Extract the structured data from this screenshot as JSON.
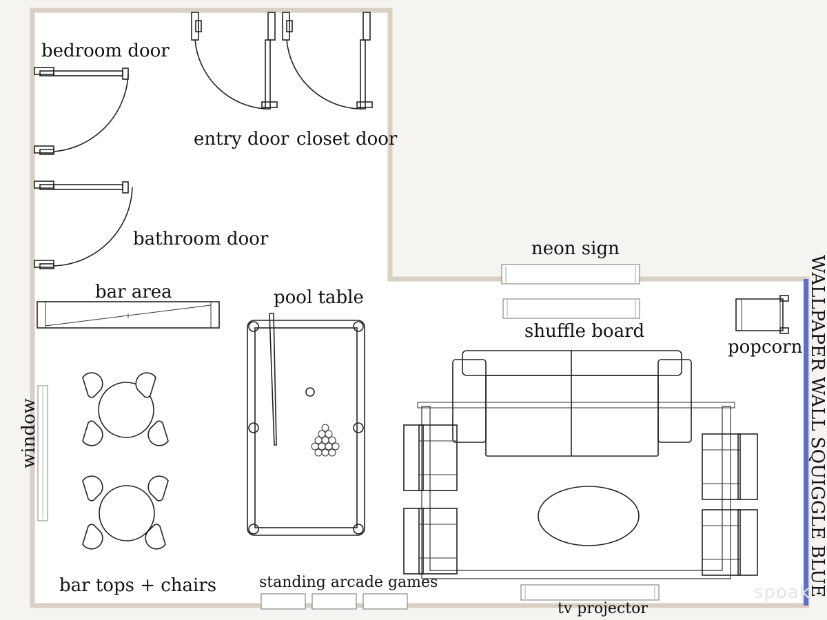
{
  "labels": {
    "bedroom_door": "bedroom door",
    "entry_door": "entry door",
    "closet_door": "closet door",
    "bathroom_door": "bathroom door",
    "bar_area": "bar area",
    "pool_table": "pool table",
    "neon_sign": "neon sign",
    "shuffle_board": "shuffle board",
    "popcorn": "popcorn",
    "window": "window",
    "bar_tops_chairs": "bar tops + chairs",
    "standing_arcade_games": "standing arcade games",
    "tv_projector": "tv projector",
    "wallpaper_wall": "WALLPAPER WALL SQUIGGLE BLUE"
  },
  "watermark": "spoak",
  "colors": {
    "background": "#f6f4f0",
    "floor": "#ffffff",
    "wall": "#d9cfc2",
    "accent_wall": "#5a6fcf",
    "line": "#222222"
  },
  "icons": {
    "door": "door-swing-icon",
    "pool_table": "pool-table-icon",
    "sofa": "sectional-sofa-icon",
    "chair": "armchair-icon",
    "table": "round-table-icon",
    "popcorn": "popcorn-machine-icon"
  }
}
